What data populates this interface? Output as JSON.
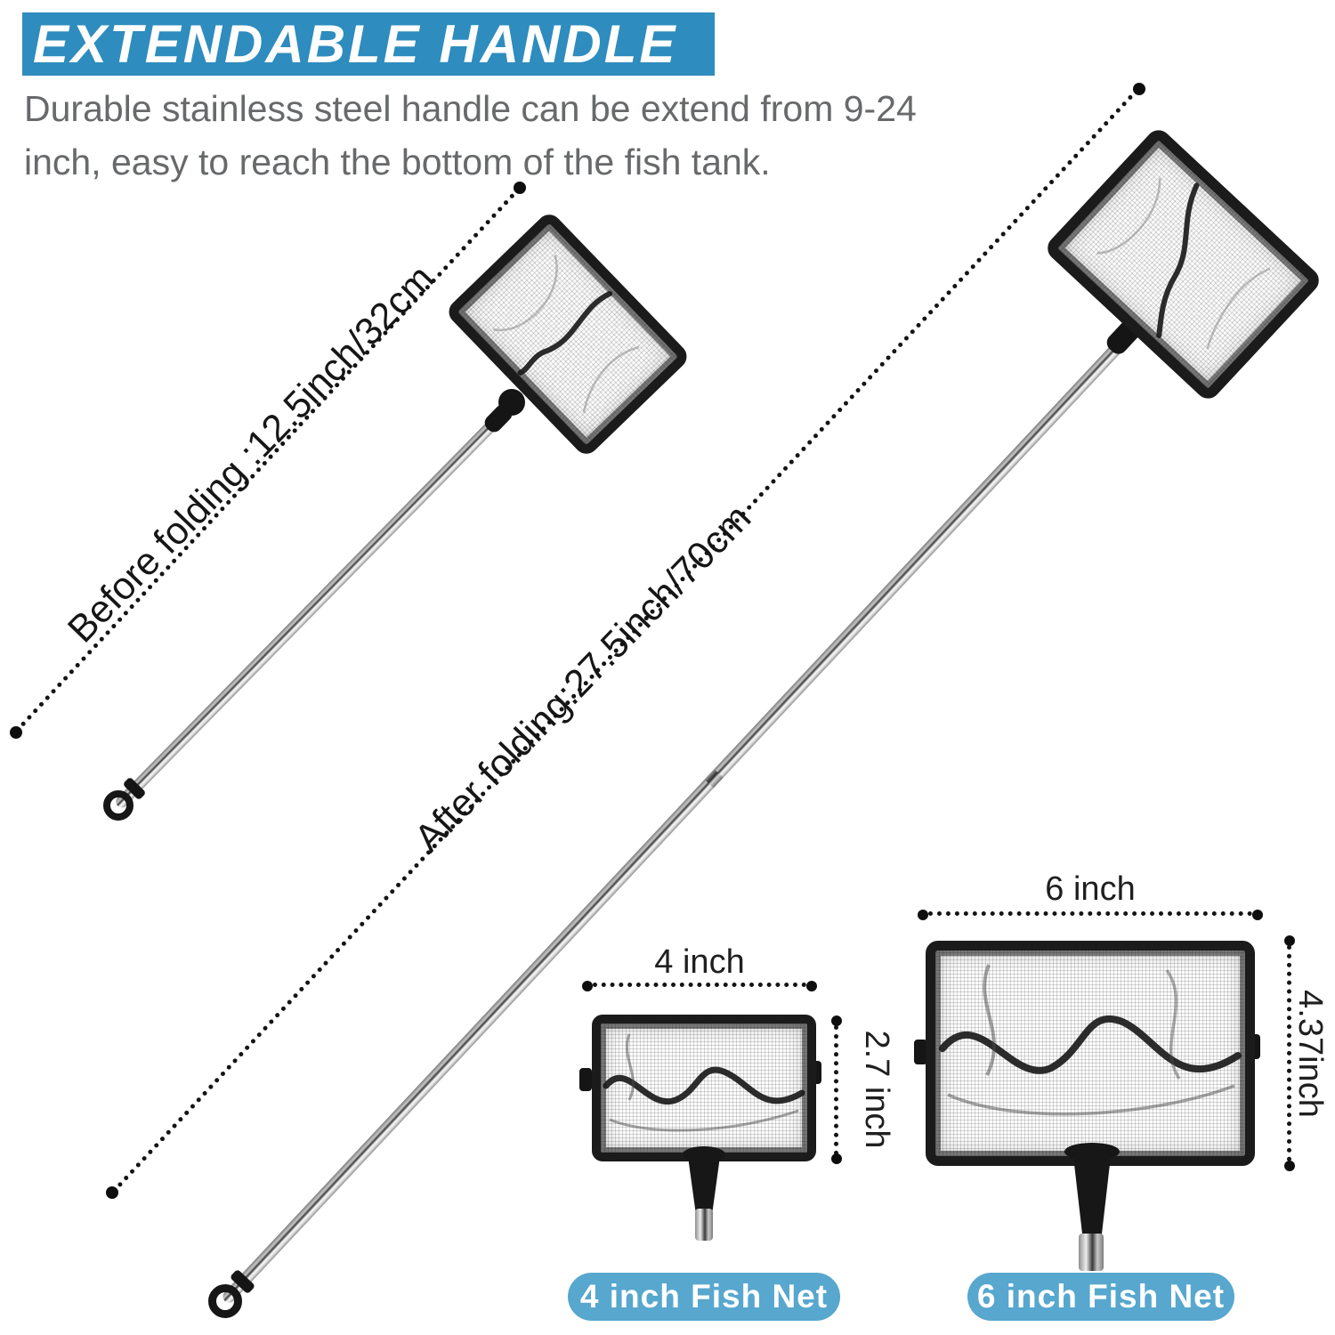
{
  "header": {
    "title": "EXTENDABLE HANDLE",
    "description_line1": "Durable stainless steel handle can be extend from 9-24",
    "description_line2": "inch, easy to reach the bottom of the fish tank."
  },
  "annotations": {
    "before_folding": "Before folding :12.5inch/32cm",
    "after_folding": "After folding:27.5inch/70cm"
  },
  "net_4inch": {
    "width_label": "4 inch",
    "height_label": "2.7 inch",
    "badge_label": "4 inch Fish Net"
  },
  "net_6inch": {
    "width_label": "6 inch",
    "height_label": "4.37inch",
    "badge_label": "6 inch Fish Net"
  },
  "colors": {
    "header_blue": "#2e8cbe",
    "badge_blue": "#57a7ce",
    "ink": "#141414",
    "text_gray": "#67696b",
    "frame_black": "#1b1b1b"
  }
}
